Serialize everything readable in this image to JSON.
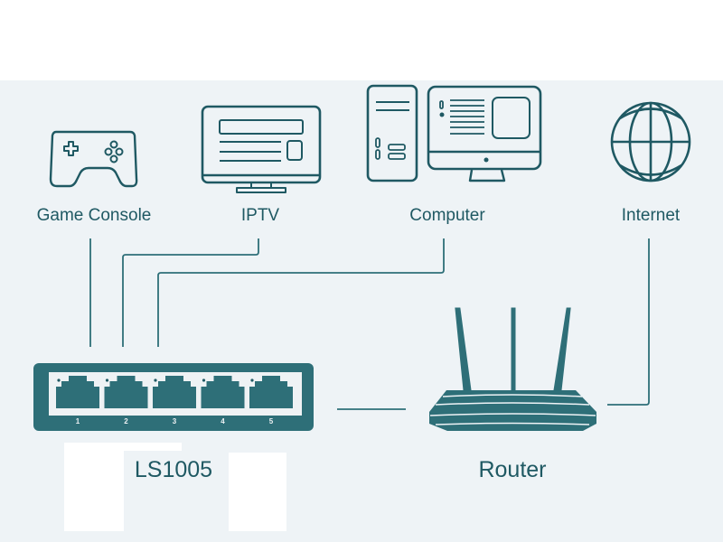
{
  "diagram": {
    "accent_color": "#2e6f78",
    "background_color": "#eef3f6",
    "devices": [
      {
        "id": "game-console",
        "label": "Game Console",
        "icon": "gamepad-icon",
        "connects_to_port": 1
      },
      {
        "id": "iptv",
        "label": "IPTV",
        "icon": "tv-icon",
        "connects_to_port": 2
      },
      {
        "id": "computer",
        "label": "Computer",
        "icon": "desktop-computer-icon",
        "connects_to_port": 3
      },
      {
        "id": "internet",
        "label": "Internet",
        "icon": "globe-icon",
        "connects_to": "router"
      }
    ],
    "switch": {
      "label": "LS1005",
      "icon": "switch-icon",
      "ports": [
        "1",
        "2",
        "3",
        "4",
        "5"
      ]
    },
    "router": {
      "label": "Router",
      "icon": "router-icon",
      "connects_to": "switch"
    }
  }
}
